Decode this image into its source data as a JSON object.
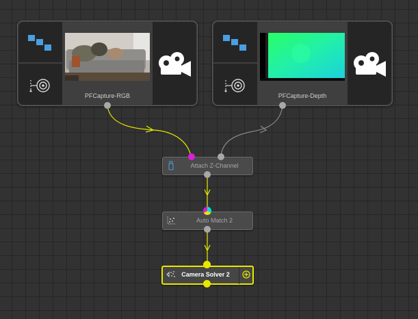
{
  "graph": {
    "nodes": [
      {
        "id": "rgb",
        "label": "PFCapture-RGB"
      },
      {
        "id": "depth",
        "label": "PFCapture-Depth"
      },
      {
        "id": "attach",
        "label": "Attach Z-Channel"
      },
      {
        "id": "automatch",
        "label": "Auto Match 2"
      },
      {
        "id": "solver",
        "label": "Camera Solver 2"
      }
    ],
    "colors": {
      "wire_selected": "#e8e800",
      "wire_default": "#8a8a8a",
      "port": "#a8a8a8",
      "port_rgb_input": "#d71fd7",
      "selection": "#e8e800",
      "clip_icon_blue": "#4a9fe0"
    },
    "icons": {
      "clip_tracks": "tracks-grid-icon",
      "clip_target": "target-dial-icon",
      "clip_camera": "movie-camera-icon",
      "attach": "bottle-icon",
      "automatch": "dotted-points-icon",
      "solver": "camera-solver-icon",
      "add": "plus-circle-icon"
    }
  }
}
